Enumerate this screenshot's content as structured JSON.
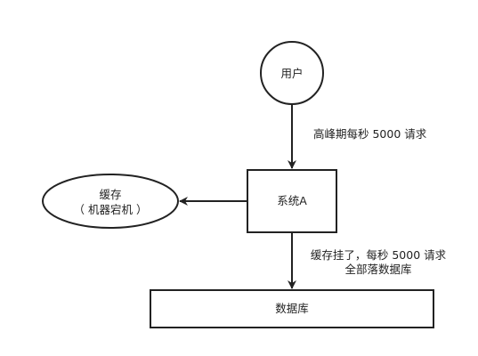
{
  "nodes": {
    "user": {
      "label": "用户"
    },
    "system_a": {
      "label": "系统A"
    },
    "cache": {
      "line1": "缓存",
      "line2": "（ 机器宕机 ）"
    },
    "database": {
      "label": "数据库"
    }
  },
  "edges": {
    "user_to_system": {
      "label": "高峰期每秒 5000 请求"
    },
    "system_to_db": {
      "line1": "缓存挂了，每秒 5000 请求",
      "line2": "全部落数据库"
    }
  },
  "colors": {
    "stroke": "#222222",
    "fill": "#ffffff",
    "text": "#222222"
  }
}
